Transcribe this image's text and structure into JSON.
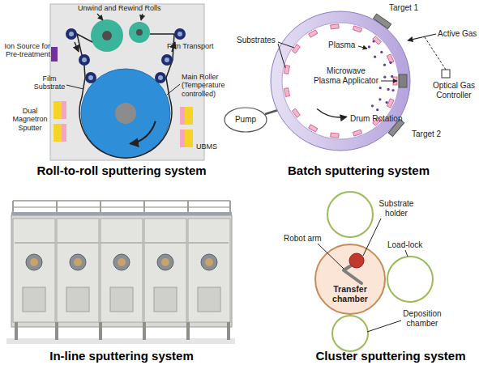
{
  "diagram": {
    "nodes": [
      {
        "text": [
          "Pump"
        ]
      },
      {
        "text": [
          "Transfer chamber"
        ]
      }
    ],
    "labels": [
      "Unwind and Rewind Rolls",
      "Ion Source for Pre-treatment",
      "Film Transport",
      "Film Substrate",
      "Main Roller (Temperature controlled)",
      "Dual Magnetron Sputter",
      "UBMS",
      "Target 1",
      "Active Gas",
      "Substrates",
      "Plasma",
      "Microwave Plasma Applicator",
      "Optical Gas Controller",
      "Target 2",
      "Drum Rotation",
      "Roll-to-roll sputtering system",
      "Batch sputtering system",
      "Substrate holder",
      "Robot arm",
      "Load-lock",
      "Deposition chamber",
      "In-line sputtering system",
      "Cluster sputtering system"
    ]
  }
}
